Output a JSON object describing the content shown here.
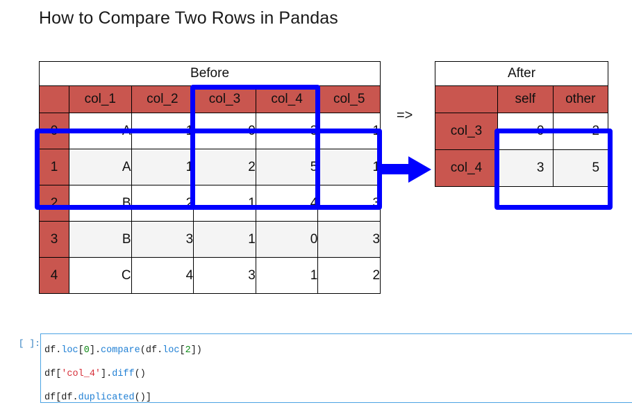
{
  "page_title": "How to Compare Two Rows in Pandas",
  "colors": {
    "header_red": "#c9564f",
    "highlight_blue": "#0000ff",
    "stripe_gray": "#f4f4f4",
    "cell_border": "#000000",
    "code_border": "#4ba3e3",
    "prompt_blue": "#307fc1"
  },
  "before_table": {
    "caption": "Before",
    "columns": [
      "col_1",
      "col_2",
      "col_3",
      "col_4",
      "col_5"
    ],
    "index": [
      "0",
      "1",
      "2",
      "3",
      "4"
    ],
    "rows": [
      [
        "A",
        "1",
        "0",
        "3",
        "1"
      ],
      [
        "A",
        "1",
        "2",
        "5",
        "1"
      ],
      [
        "B",
        "2",
        "1",
        "4",
        "3"
      ],
      [
        "B",
        "3",
        "1",
        "0",
        "3"
      ],
      [
        "C",
        "4",
        "3",
        "1",
        "2"
      ]
    ]
  },
  "after_table": {
    "caption": "After",
    "columns": [
      "self",
      "other"
    ],
    "index": [
      "col_3",
      "col_4"
    ],
    "rows": [
      [
        "0",
        "2"
      ],
      [
        "3",
        "5"
      ]
    ]
  },
  "transform_arrow_label": "=>",
  "code_cell": {
    "prompt": "[ ]:",
    "lines": [
      {
        "tokens": [
          {
            "t": "df.",
            "c": "plain"
          },
          {
            "t": "loc",
            "c": "fn"
          },
          {
            "t": "[",
            "c": "plain"
          },
          {
            "t": "0",
            "c": "num"
          },
          {
            "t": "].",
            "c": "plain"
          },
          {
            "t": "compare",
            "c": "fn"
          },
          {
            "t": "(df.",
            "c": "plain"
          },
          {
            "t": "loc",
            "c": "fn"
          },
          {
            "t": "[",
            "c": "plain"
          },
          {
            "t": "2",
            "c": "num"
          },
          {
            "t": "])",
            "c": "plain"
          }
        ]
      },
      {
        "tokens": [
          {
            "t": "df[",
            "c": "plain"
          },
          {
            "t": "'col_4'",
            "c": "str"
          },
          {
            "t": "].",
            "c": "plain"
          },
          {
            "t": "diff",
            "c": "fn"
          },
          {
            "t": "()",
            "c": "plain"
          }
        ]
      },
      {
        "tokens": [
          {
            "t": "df[df.",
            "c": "plain"
          },
          {
            "t": "duplicated",
            "c": "fn"
          },
          {
            "t": "()]",
            "c": "plain"
          }
        ]
      }
    ]
  }
}
